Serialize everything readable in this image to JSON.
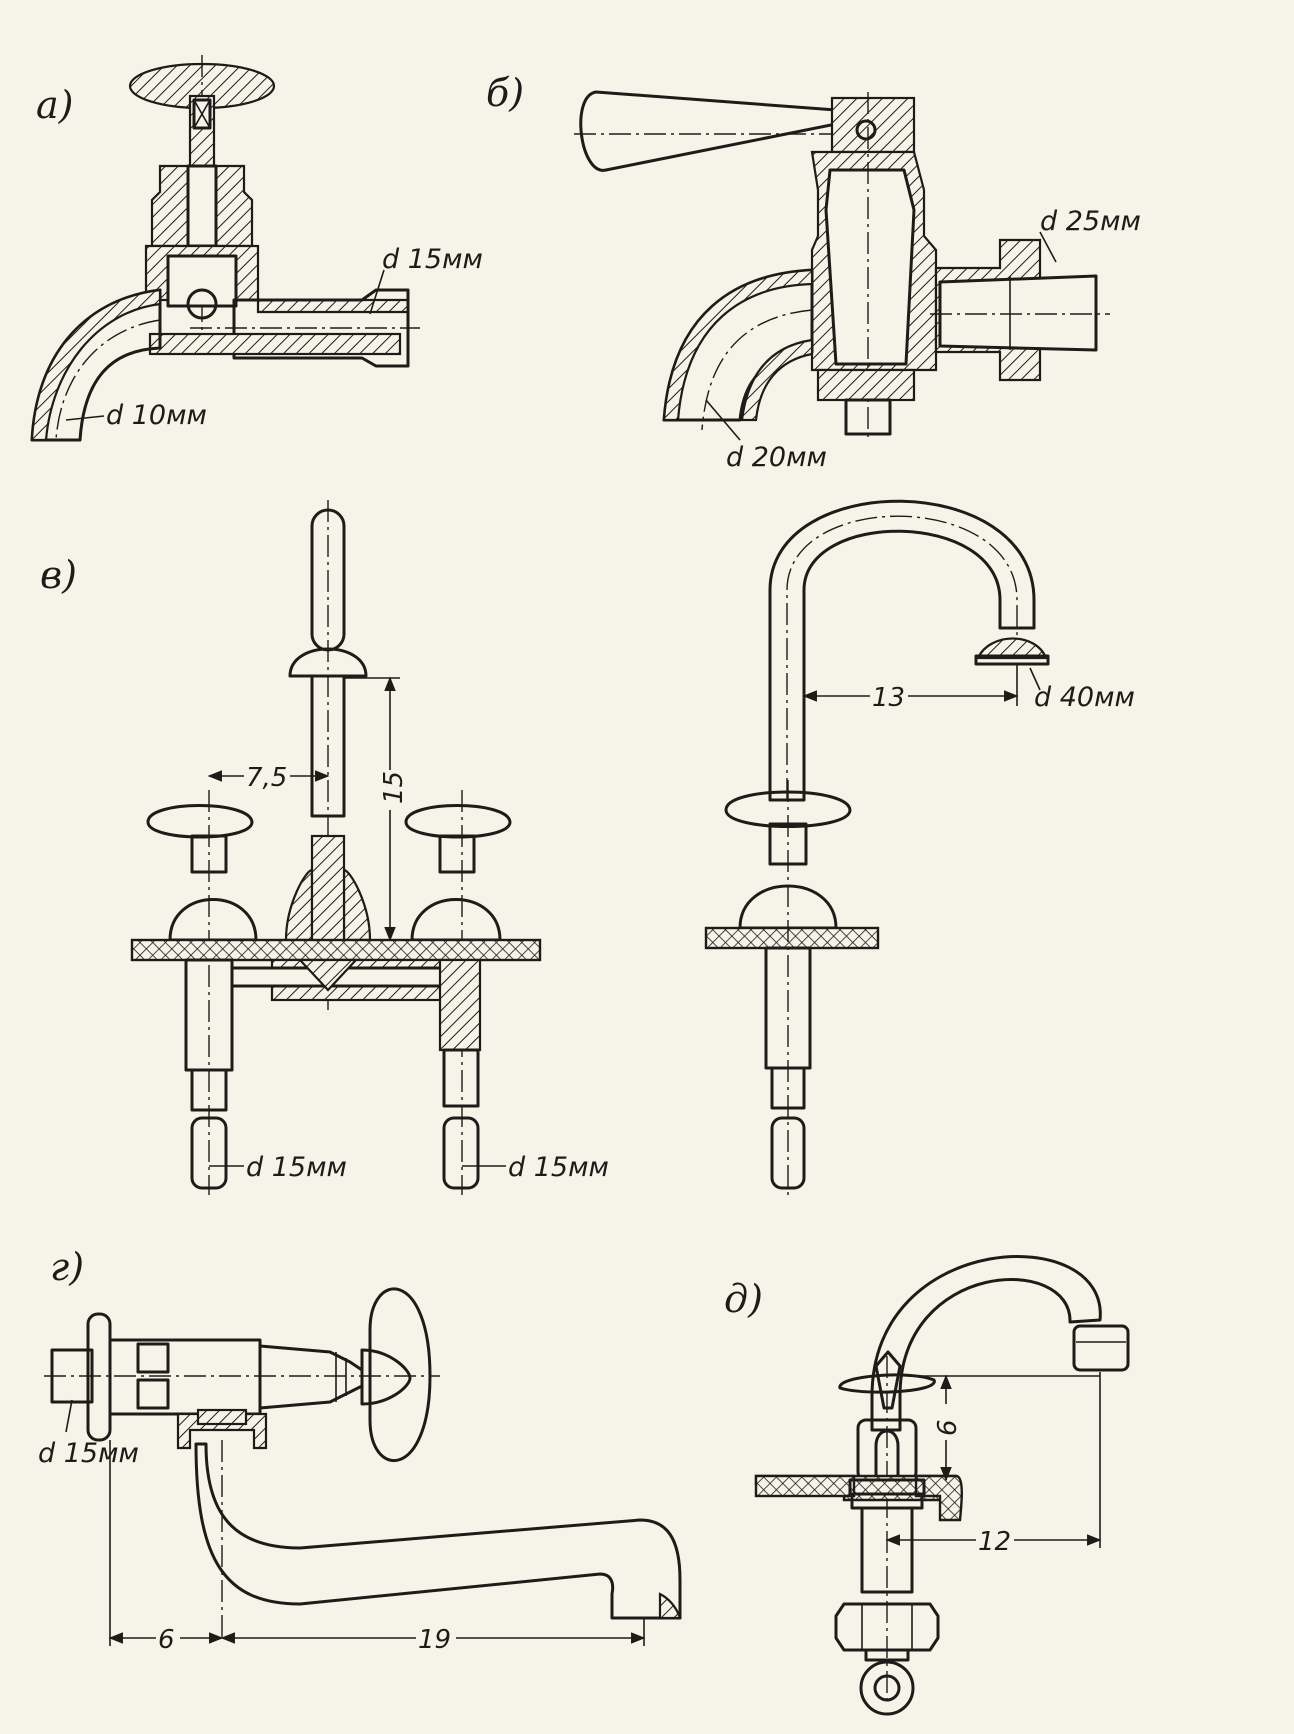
{
  "panels": {
    "a": "а)",
    "b": "б)",
    "v": "в)",
    "g": "г)",
    "d": "д)"
  },
  "labels": {
    "a_inlet": "d 15мм",
    "a_outlet": "d 10мм",
    "b_inlet": "d 25мм",
    "b_outlet": "d 20мм",
    "v_left_pipe": "d 15мм",
    "v_right_pipe": "d 15мм",
    "v_spout_head": "d 40мм",
    "g_inlet": "d 15мм"
  },
  "dimensions": {
    "v_offset": "7,5",
    "v_height": "15",
    "v_reach": "13",
    "g_left": "6",
    "g_reach": "19",
    "d_height": "6",
    "d_reach": "12"
  }
}
